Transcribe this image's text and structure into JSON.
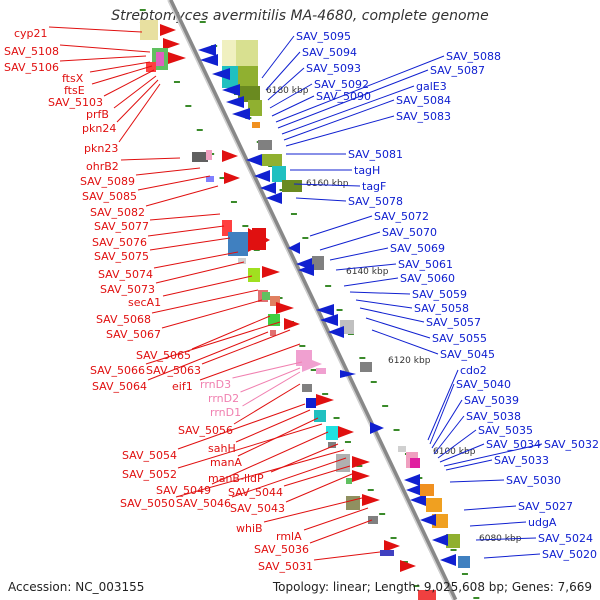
{
  "title": "Streptomyces avermitilis MA-4680, complete genome",
  "accession": "Accession: NC_003155",
  "topology": "Topology: linear; Length: 9,025,608 bp; Genes: 7,669",
  "colors": {
    "left_label": "#e01010",
    "right_label": "#1020d0",
    "rrna_label": "#f080b0",
    "ruler": "#909090",
    "dash": "#3a8a2a"
  },
  "kbp_marks": [
    "6180 kbp",
    "6160 kbp",
    "6140 kbp",
    "6120 kbp",
    "6100 kbp",
    "6080 kbp"
  ],
  "left_labels": [
    "cyp21",
    "SAV_5108",
    "SAV_5106",
    "ftsX",
    "ftsE",
    "SAV_5103",
    "prfB",
    "pkn24",
    "pkn23",
    "ohrB2",
    "SAV_5089",
    "SAV_5085",
    "SAV_5082",
    "SAV_5077",
    "SAV_5076",
    "SAV_5075",
    "SAV_5074",
    "SAV_5073",
    "secA1",
    "SAV_5068",
    "SAV_5067",
    "SAV_5065",
    "SAV_5066",
    "SAV_5063",
    "SAV_5064",
    "eif1",
    "SAV_5056",
    "SAV_5054",
    "sahH",
    "manA",
    "SAV_5052",
    "SAV_5049",
    "manB-lldP",
    "SAV_5050",
    "SAV_5046",
    "SAV_5044",
    "SAV_5043",
    "whiB",
    "rmlA",
    "SAV_5036",
    "SAV_5031"
  ],
  "rrna_labels": [
    "rrnD3",
    "rrnD2",
    "rrnD1"
  ],
  "right_labels": [
    "SAV_5095",
    "SAV_5094",
    "SAV_5093",
    "SAV_5092",
    "SAV_5090",
    "SAV_5088",
    "SAV_5087",
    "galE3",
    "SAV_5084",
    "SAV_5083",
    "SAV_5081",
    "tagH",
    "tagF",
    "SAV_5078",
    "SAV_5072",
    "SAV_5070",
    "SAV_5069",
    "SAV_5061",
    "SAV_5060",
    "SAV_5059",
    "SAV_5058",
    "SAV_5057",
    "SAV_5055",
    "SAV_5045",
    "cdo2",
    "SAV_5040",
    "SAV_5039",
    "SAV_5038",
    "SAV_5035",
    "SAV_5034",
    "SAV_5032",
    "SAV_5033",
    "SAV_5030",
    "SAV_5027",
    "udgA",
    "SAV_5024",
    "SAV_5020"
  ]
}
